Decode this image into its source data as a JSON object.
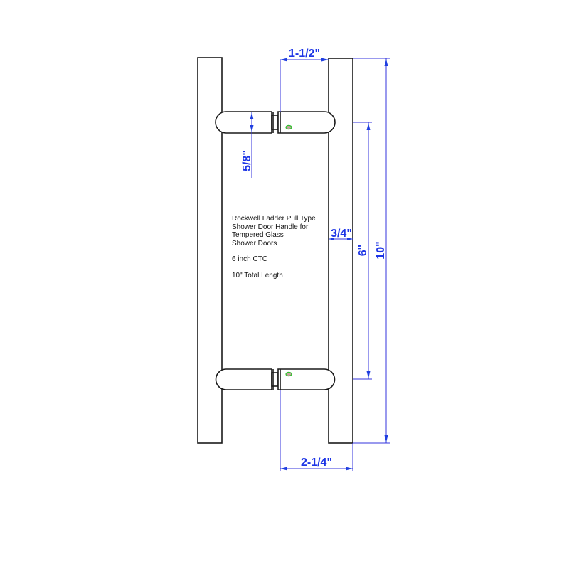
{
  "drawing": {
    "title_lines": [
      "Rockwell Ladder Pull Type",
      "Shower Door Handle for",
      "Tempered Glass",
      "Shower Doors"
    ],
    "ctc_note": "6 inch CTC",
    "length_note": "10\" Total Length",
    "dimensions": {
      "post_gap": "1-1/2\"",
      "standoff_diameter": "5/8\"",
      "post_width": "3/4\"",
      "center_to_center": "6\"",
      "total_length": "10\"",
      "overall_projection": "2-1/4\""
    },
    "colors": {
      "outline": "#1a1a1a",
      "dimension": "#1d35e6",
      "screw": "#2fc12f"
    }
  }
}
